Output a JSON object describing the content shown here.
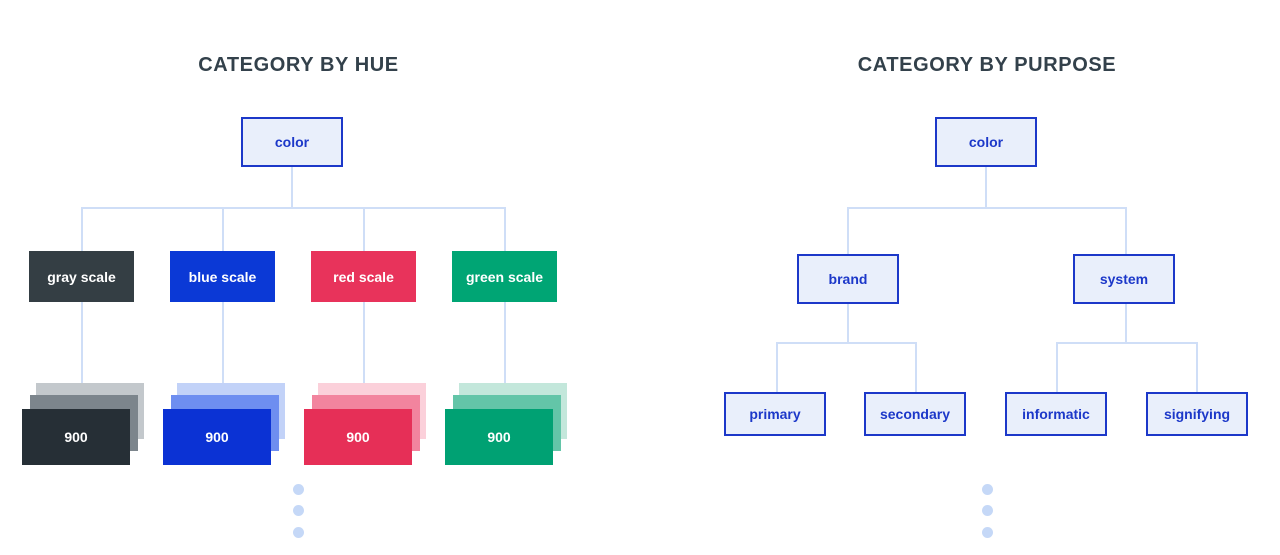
{
  "page": {
    "background": "#ffffff",
    "connector_color": "#cfdef7",
    "node_border_color": "#1c38c9",
    "node_fill_color": "#e9effb",
    "node_text_color": "#1c38c9",
    "title_color": "#33414b",
    "dot_color": "#c5d8f7"
  },
  "panels": [
    {
      "id": "category-by-hue",
      "title": "CATEGORY BY HUE",
      "root": {
        "label": "color"
      },
      "branches": [
        {
          "label": "gray scale",
          "box_color": "#343e44",
          "swatch": {
            "label": "900",
            "front": "#262f36",
            "mid": "#7c858c",
            "back": "#c3c8cc"
          }
        },
        {
          "label": "blue scale",
          "box_color": "#0b39d6",
          "swatch": {
            "label": "900",
            "front": "#0b32d4",
            "mid": "#6e8ef0",
            "back": "#c2d2f8"
          }
        },
        {
          "label": "red scale",
          "box_color": "#e8335b",
          "swatch": {
            "label": "900",
            "front": "#e62f57",
            "mid": "#f2849e",
            "back": "#fbd0da"
          }
        },
        {
          "label": "green scale",
          "box_color": "#00a574",
          "swatch": {
            "label": "900",
            "front": "#00a173",
            "mid": "#63c5a8",
            "back": "#c3e7db"
          }
        }
      ],
      "ellipsis_dots": 3
    },
    {
      "id": "category-by-purpose",
      "title": "CATEGORY BY PURPOSE",
      "root": {
        "label": "color"
      },
      "branches": [
        {
          "label": "brand",
          "children": [
            {
              "label": "primary"
            },
            {
              "label": "secondary"
            }
          ]
        },
        {
          "label": "system",
          "children": [
            {
              "label": "informatic"
            },
            {
              "label": "signifying"
            }
          ]
        }
      ],
      "ellipsis_dots": 3
    }
  ]
}
